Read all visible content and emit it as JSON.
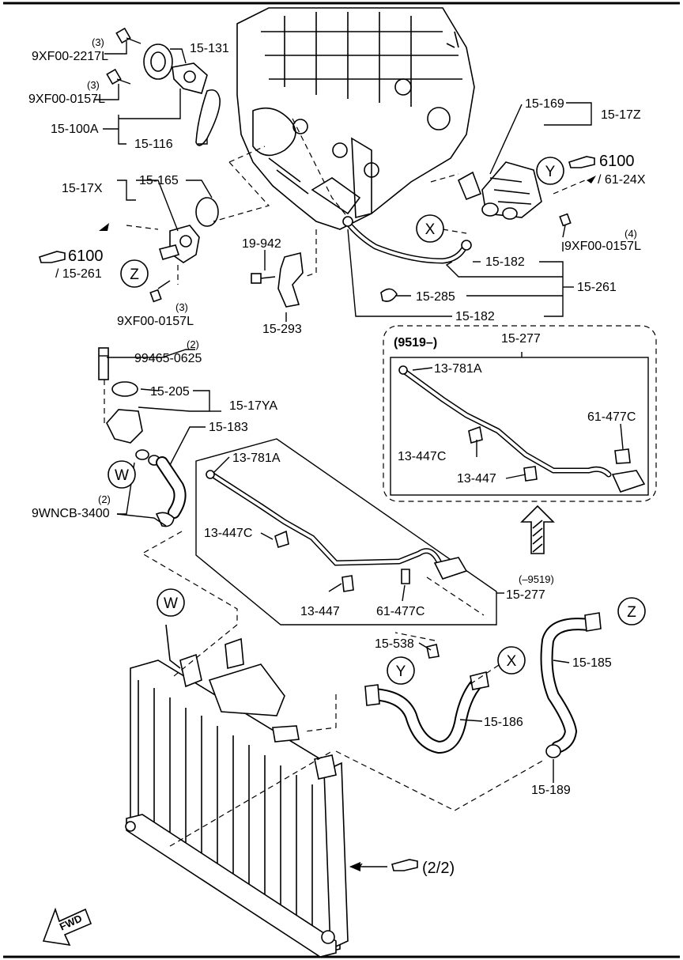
{
  "diagram": {
    "callouts": {
      "p_9xf00_2217l": "9XF00-2217L",
      "p_9xf00_2217l_qty": "(3)",
      "p_15_131": "15-131",
      "p_9xf00_0157l_a": "9XF00-0157L",
      "p_9xf00_0157l_a_qty": "(3)",
      "p_15_100a": "15-100A",
      "p_15_116": "15-116",
      "p_15_169": "15-169",
      "p_15_17z": "15-17Z",
      "p_15_17x": "15-17X",
      "p_15_165": "15-165",
      "ref_6100_a": "6100",
      "ref_6100_a_sub": "/ 61-24X",
      "ref_6100_b": "6100",
      "ref_6100_b_sub": "/ 15-261",
      "p_19_942": "19-942",
      "p_9xf00_0157l_b": "9XF00-0157L",
      "p_9xf00_0157l_b_qty": "(4)",
      "p_15_182_a": "15-182",
      "p_15_261": "15-261",
      "p_15_285": "15-285",
      "p_15_182_b": "15-182",
      "p_9xf00_0157l_c": "9XF00-0157L",
      "p_9xf00_0157l_c_qty": "(3)",
      "p_15_293": "15-293",
      "p_99465_0625": "99465-0625",
      "p_99465_0625_qty": "(2)",
      "p_15_205": "15-205",
      "p_15_17ya": "15-17YA",
      "p_15_183": "15-183",
      "p_13_781a_a": "13-781A",
      "p_9wncb_3400": "9WNCB-3400",
      "p_9wncb_3400_qty": "(2)",
      "p_13_447c_a": "13-447C",
      "p_13_447_a": "13-447",
      "p_61_477c_a": "61-477C",
      "p_15_277_a": "15-277",
      "serial_from": "(9519–)",
      "p_15_277_b": "15-277",
      "p_13_781a_b": "13-781A",
      "p_61_477c_b": "61-477C",
      "p_13_447c_b": "13-447C",
      "p_13_447_b": "13-447",
      "serial_to": "(–9519)",
      "p_15_538": "15-538",
      "p_15_185": "15-185",
      "p_15_186": "15-186",
      "p_15_189": "15-189",
      "ref_2_2": "(2/2)",
      "fwd": "FWD"
    },
    "circle_markers": {
      "x1": "X",
      "x2": "X",
      "y1": "Y",
      "y2": "Y",
      "z1": "Z",
      "z2": "Z",
      "w1": "W",
      "w2": "W"
    }
  }
}
